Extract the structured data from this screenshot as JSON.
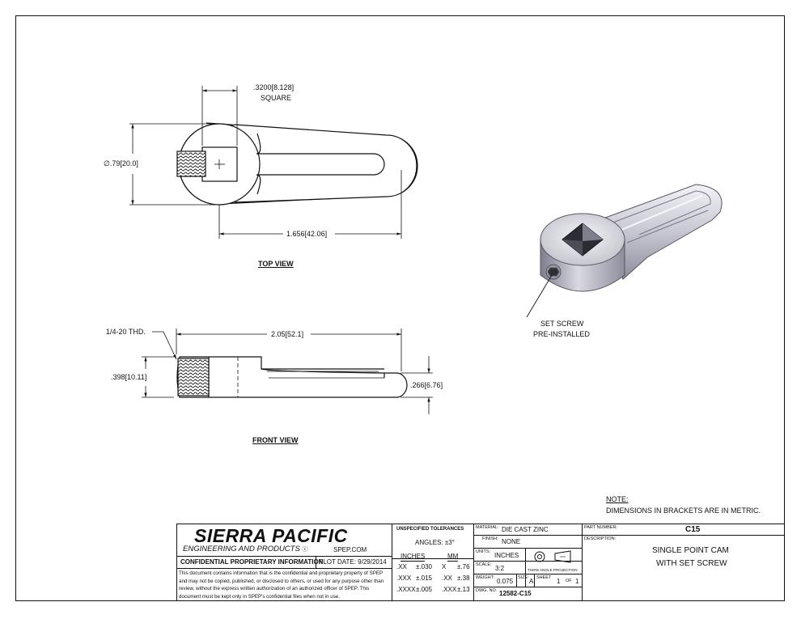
{
  "views": {
    "top_view_title": "TOP VIEW",
    "front_view_title": "FRONT VIEW"
  },
  "dimensions": {
    "square_size": ".3200",
    "square_size_mm": "8.128",
    "square_label": "SQUARE",
    "diameter": "∅.79",
    "diameter_mm": "20.0",
    "top_length": "1.656",
    "top_length_mm": "42.06",
    "overall_length": "2.05",
    "overall_length_mm": "52.1",
    "thread": "1/4-20 THD.",
    "height": ".398",
    "height_mm": "10.11",
    "arm_height": ".266",
    "arm_height_mm": "6.76"
  },
  "callouts": {
    "set_screw_line1": "SET SCREW",
    "set_screw_line2": "PRE-INSTALLED"
  },
  "note": {
    "title": "NOTE:",
    "text": "DIMENSIONS IN BRACKETS ARE IN METRIC."
  },
  "title_block": {
    "company": "SIERRA PACIFIC",
    "company_sub": "ENGINEERING AND PRODUCTS",
    "website": "SPEP.COM",
    "confidential_title": "CONFIDENTIAL PROPRIETARY INFORMATION",
    "plot_date": "PLOT DATE:  9/29/2014",
    "confidential_text": "This document contains information that is the confidential and proprietary property of SPEP and may not be copied, published, or disclosed to others, or used for any purpose other than review, without the express written authorization of an authorized officer of SPEP. This document must be kept only in SPEP's confidential files when not in use.",
    "tolerances_title": "UNSPECIFIED TOLERANCES",
    "angles": "ANGLES:  ±3°",
    "inches_header": "INCHES",
    "mm_header": "MM",
    "tol_rows": [
      {
        "in_fmt": ".XX",
        "in_tol": "±.030",
        "mm_fmt": "X",
        "mm_tol": "±.76"
      },
      {
        "in_fmt": ".XXX",
        "in_tol": "±.015",
        "mm_fmt": ".XX",
        "mm_tol": "±.38"
      },
      {
        "in_fmt": ".XXXX",
        "in_tol": "±.005",
        "mm_fmt": ".XXX",
        "mm_tol": "±.13"
      }
    ],
    "material_label": "MATERIAL:",
    "material": "DIE CAST ZINC",
    "finish_label": "FINISH:",
    "finish": "NONE",
    "units_label": "UNITS:",
    "units": "INCHES",
    "scale_label": "SCALE:",
    "scale": "3:2",
    "projection_label": "THIRD ANGLE PROJECTION",
    "weight_label": "WEIGHT:",
    "weight": "0.075",
    "size_label": "SIZE:",
    "size": "A",
    "sheet_label": "SHEET",
    "sheet": "1",
    "of_label": "OF",
    "sheet_total": "1",
    "dwg_label": "DWG. NO.",
    "dwg_no": "12582-C15",
    "part_number_label": "PART NUMBER:",
    "part_number": "C15",
    "description_label": "DESCRIPTION:",
    "description_line1": "SINGLE POINT CAM",
    "description_line2": "WITH SET SCREW"
  },
  "colors": {
    "line": "#111111",
    "part_shade": "#b9b9c4",
    "part_light": "#e6e6ee"
  }
}
